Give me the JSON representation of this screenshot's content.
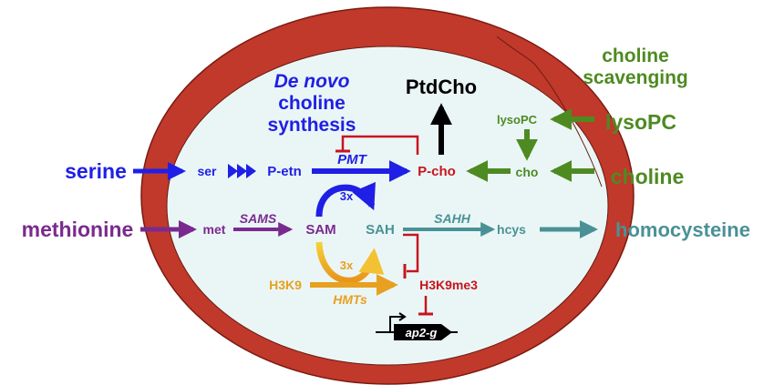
{
  "colors": {
    "blue": "#1f1fe6",
    "purple": "#7a2a8f",
    "green": "#4e8a22",
    "teal": "#4a9196",
    "orange": "#e8a020",
    "red": "#c8141e",
    "black": "#000000",
    "cell_wall": "#c0392b",
    "cytoplasm": "#eaf6f6"
  },
  "labels": {
    "de_novo_line1": "De novo",
    "de_novo_line2": "choline",
    "de_novo_line3": "synthesis",
    "scavenging_line1": "choline",
    "scavenging_line2": "scavenging",
    "ptdcho": "PtdCho",
    "lysopc_inner": "lysoPC",
    "lysopc_outer": "lysoPC",
    "serine": "serine",
    "ser": "ser",
    "p_etn": "P-etn",
    "pmt": "PMT",
    "p_cho": "P-cho",
    "cho": "cho",
    "choline": "choline",
    "methionine": "methionine",
    "met": "met",
    "sams": "SAMS",
    "sam": "SAM",
    "sah": "SAH",
    "sahh": "SAHH",
    "hcys": "hcys",
    "homocysteine": "homocysteine",
    "three_x_top": "3x",
    "three_x_bottom": "3x",
    "h3k9": "H3K9",
    "hmts": "HMTs",
    "h3k9me3": "H3K9me3",
    "gene": "ap2-g"
  }
}
